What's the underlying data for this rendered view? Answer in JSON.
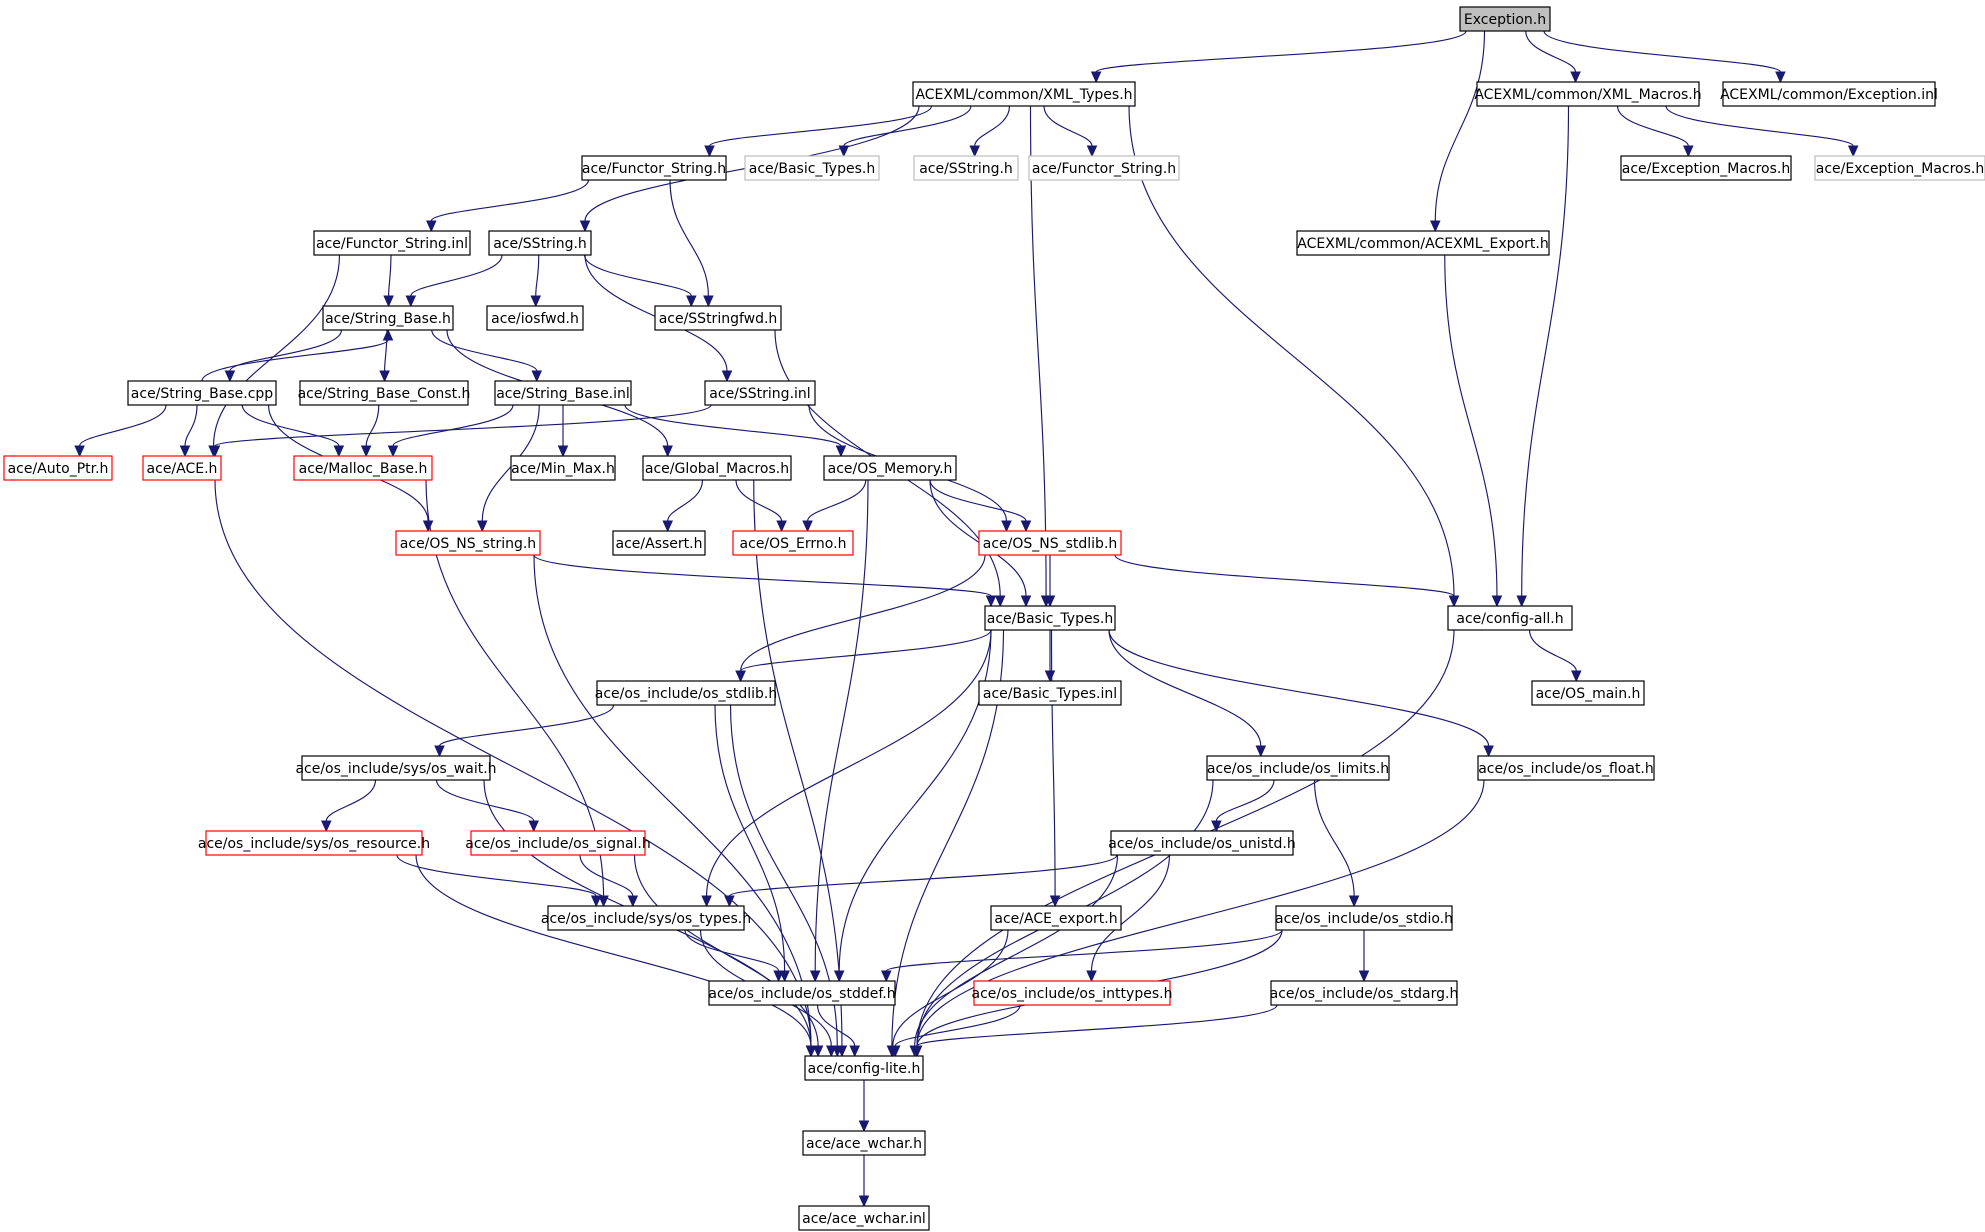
{
  "colors": {
    "root_fill": "#bfbfbf",
    "normal_border": "#000000",
    "truncated_border": "#ff0000",
    "external_border": "#bfbfbf",
    "edge": "#191970",
    "background": "#ffffff"
  },
  "nodes": [
    {
      "id": "exception_h",
      "label": "Exception.h",
      "kind": "root"
    },
    {
      "id": "xml_types_h",
      "label": "ACEXML/common/XML_Types.h",
      "kind": "normal"
    },
    {
      "id": "xml_macros_h",
      "label": "ACEXML/common/XML_Macros.h",
      "kind": "normal"
    },
    {
      "id": "exception_inl",
      "label": "ACEXML/common/Exception.inl",
      "kind": "normal"
    },
    {
      "id": "functor_string_h",
      "label": "ace/Functor_String.h",
      "kind": "normal"
    },
    {
      "id": "basic_types_h_ext",
      "label": "ace/Basic_Types.h",
      "kind": "external"
    },
    {
      "id": "sstring_h_ext",
      "label": "ace/SString.h",
      "kind": "external"
    },
    {
      "id": "functor_string_h_ext",
      "label": "ace/Functor_String.h",
      "kind": "external"
    },
    {
      "id": "exception_macros_h",
      "label": "ace/Exception_Macros.h",
      "kind": "normal"
    },
    {
      "id": "exception_macros_h_ext",
      "label": "ace/Exception_Macros.h",
      "kind": "external"
    },
    {
      "id": "functor_string_inl",
      "label": "ace/Functor_String.inl",
      "kind": "normal"
    },
    {
      "id": "sstring_h",
      "label": "ace/SString.h",
      "kind": "normal"
    },
    {
      "id": "acexml_export_h",
      "label": "ACEXML/common/ACEXML_Export.h",
      "kind": "normal"
    },
    {
      "id": "string_base_h",
      "label": "ace/String_Base.h",
      "kind": "normal"
    },
    {
      "id": "iosfwd_h",
      "label": "ace/iosfwd.h",
      "kind": "normal"
    },
    {
      "id": "sstringfwd_h",
      "label": "ace/SStringfwd.h",
      "kind": "normal"
    },
    {
      "id": "string_base_cpp",
      "label": "ace/String_Base.cpp",
      "kind": "normal"
    },
    {
      "id": "string_base_const_h",
      "label": "ace/String_Base_Const.h",
      "kind": "normal"
    },
    {
      "id": "string_base_inl",
      "label": "ace/String_Base.inl",
      "kind": "normal"
    },
    {
      "id": "sstring_inl",
      "label": "ace/SString.inl",
      "kind": "normal"
    },
    {
      "id": "auto_ptr_h",
      "label": "ace/Auto_Ptr.h",
      "kind": "truncated"
    },
    {
      "id": "ace_h",
      "label": "ace/ACE.h",
      "kind": "truncated"
    },
    {
      "id": "malloc_base_h",
      "label": "ace/Malloc_Base.h",
      "kind": "truncated"
    },
    {
      "id": "min_max_h",
      "label": "ace/Min_Max.h",
      "kind": "normal"
    },
    {
      "id": "global_macros_h",
      "label": "ace/Global_Macros.h",
      "kind": "normal"
    },
    {
      "id": "os_memory_h",
      "label": "ace/OS_Memory.h",
      "kind": "normal"
    },
    {
      "id": "os_ns_string_h",
      "label": "ace/OS_NS_string.h",
      "kind": "truncated"
    },
    {
      "id": "assert_h",
      "label": "ace/Assert.h",
      "kind": "normal"
    },
    {
      "id": "os_errno_h",
      "label": "ace/OS_Errno.h",
      "kind": "truncated"
    },
    {
      "id": "os_ns_stdlib_h",
      "label": "ace/OS_NS_stdlib.h",
      "kind": "truncated"
    },
    {
      "id": "basic_types_h",
      "label": "ace/Basic_Types.h",
      "kind": "normal"
    },
    {
      "id": "config_all_h",
      "label": "ace/config-all.h",
      "kind": "normal"
    },
    {
      "id": "os_stdlib_h",
      "label": "ace/os_include/os_stdlib.h",
      "kind": "normal"
    },
    {
      "id": "basic_types_inl",
      "label": "ace/Basic_Types.inl",
      "kind": "normal"
    },
    {
      "id": "os_main_h",
      "label": "ace/OS_main.h",
      "kind": "normal"
    },
    {
      "id": "os_wait_h",
      "label": "ace/os_include/sys/os_wait.h",
      "kind": "normal"
    },
    {
      "id": "os_limits_h",
      "label": "ace/os_include/os_limits.h",
      "kind": "normal"
    },
    {
      "id": "os_float_h",
      "label": "ace/os_include/os_float.h",
      "kind": "normal"
    },
    {
      "id": "os_resource_h",
      "label": "ace/os_include/sys/os_resource.h",
      "kind": "truncated"
    },
    {
      "id": "os_signal_h",
      "label": "ace/os_include/os_signal.h",
      "kind": "truncated"
    },
    {
      "id": "os_unistd_h",
      "label": "ace/os_include/os_unistd.h",
      "kind": "normal"
    },
    {
      "id": "os_types_h",
      "label": "ace/os_include/sys/os_types.h",
      "kind": "normal"
    },
    {
      "id": "ace_export_h",
      "label": "ace/ACE_export.h",
      "kind": "normal"
    },
    {
      "id": "os_stdio_h",
      "label": "ace/os_include/os_stdio.h",
      "kind": "normal"
    },
    {
      "id": "os_stddef_h",
      "label": "ace/os_include/os_stddef.h",
      "kind": "normal"
    },
    {
      "id": "os_inttypes_h",
      "label": "ace/os_include/os_inttypes.h",
      "kind": "truncated"
    },
    {
      "id": "os_stdarg_h",
      "label": "ace/os_include/os_stdarg.h",
      "kind": "normal"
    },
    {
      "id": "config_lite_h",
      "label": "ace/config-lite.h",
      "kind": "normal"
    },
    {
      "id": "ace_wchar_h",
      "label": "ace/ace_wchar.h",
      "kind": "normal"
    },
    {
      "id": "ace_wchar_inl",
      "label": "ace/ace_wchar.inl",
      "kind": "normal"
    }
  ],
  "edges": [
    [
      "exception_h",
      "xml_types_h"
    ],
    [
      "exception_h",
      "xml_macros_h"
    ],
    [
      "exception_h",
      "exception_inl"
    ],
    [
      "exception_h",
      "acexml_export_h"
    ],
    [
      "xml_types_h",
      "functor_string_h"
    ],
    [
      "xml_types_h",
      "basic_types_h_ext"
    ],
    [
      "xml_types_h",
      "sstring_h_ext"
    ],
    [
      "xml_types_h",
      "functor_string_h_ext"
    ],
    [
      "xml_types_h",
      "sstring_h"
    ],
    [
      "xml_types_h",
      "basic_types_h"
    ],
    [
      "xml_types_h",
      "config_all_h"
    ],
    [
      "xml_macros_h",
      "exception_macros_h"
    ],
    [
      "xml_macros_h",
      "exception_macros_h_ext"
    ],
    [
      "xml_macros_h",
      "config_all_h"
    ],
    [
      "functor_string_h",
      "functor_string_inl"
    ],
    [
      "functor_string_h",
      "sstringfwd_h"
    ],
    [
      "functor_string_inl",
      "string_base_h"
    ],
    [
      "functor_string_inl",
      "ace_h"
    ],
    [
      "sstring_h",
      "string_base_h"
    ],
    [
      "sstring_h",
      "iosfwd_h"
    ],
    [
      "sstring_h",
      "sstringfwd_h"
    ],
    [
      "sstring_h",
      "sstring_inl"
    ],
    [
      "acexml_export_h",
      "config_all_h"
    ],
    [
      "string_base_h",
      "string_base_cpp"
    ],
    [
      "string_base_h",
      "string_base_const_h"
    ],
    [
      "string_base_h",
      "string_base_inl"
    ],
    [
      "string_base_h",
      "global_macros_h"
    ],
    [
      "string_base_cpp",
      "string_base_h"
    ],
    [
      "string_base_cpp",
      "auto_ptr_h"
    ],
    [
      "string_base_cpp",
      "ace_h"
    ],
    [
      "string_base_cpp",
      "malloc_base_h"
    ],
    [
      "string_base_cpp",
      "os_ns_string_h"
    ],
    [
      "string_base_const_h",
      "malloc_base_h"
    ],
    [
      "string_base_inl",
      "malloc_base_h"
    ],
    [
      "string_base_inl",
      "min_max_h"
    ],
    [
      "string_base_inl",
      "os_ns_string_h"
    ],
    [
      "string_base_inl",
      "os_memory_h"
    ],
    [
      "sstringfwd_h",
      "basic_types_h"
    ],
    [
      "sstring_inl",
      "ace_h"
    ],
    [
      "sstring_inl",
      "os_ns_stdlib_h"
    ],
    [
      "global_macros_h",
      "assert_h"
    ],
    [
      "global_macros_h",
      "os_errno_h"
    ],
    [
      "global_macros_h",
      "config_lite_h"
    ],
    [
      "os_memory_h",
      "os_errno_h"
    ],
    [
      "os_memory_h",
      "os_ns_stdlib_h"
    ],
    [
      "os_memory_h",
      "basic_types_h"
    ],
    [
      "os_memory_h",
      "os_stddef_h"
    ],
    [
      "ace_h",
      "config_lite_h"
    ],
    [
      "malloc_base_h",
      "os_types_h"
    ],
    [
      "os_ns_string_h",
      "basic_types_h"
    ],
    [
      "os_ns_string_h",
      "config_lite_h"
    ],
    [
      "os_ns_stdlib_h",
      "basic_types_h"
    ],
    [
      "os_ns_stdlib_h",
      "config_all_h"
    ],
    [
      "os_ns_stdlib_h",
      "os_stdlib_h"
    ],
    [
      "basic_types_h",
      "os_stdlib_h"
    ],
    [
      "basic_types_h",
      "basic_types_inl"
    ],
    [
      "basic_types_h",
      "os_limits_h"
    ],
    [
      "basic_types_h",
      "os_float_h"
    ],
    [
      "basic_types_h",
      "os_types_h"
    ],
    [
      "basic_types_h",
      "os_stddef_h"
    ],
    [
      "basic_types_h",
      "ace_export_h"
    ],
    [
      "basic_types_h",
      "config_lite_h"
    ],
    [
      "config_all_h",
      "os_main_h"
    ],
    [
      "config_all_h",
      "config_lite_h"
    ],
    [
      "os_stdlib_h",
      "os_wait_h"
    ],
    [
      "os_stdlib_h",
      "os_stddef_h"
    ],
    [
      "os_stdlib_h",
      "config_lite_h"
    ],
    [
      "os_wait_h",
      "os_resource_h"
    ],
    [
      "os_wait_h",
      "os_signal_h"
    ],
    [
      "os_wait_h",
      "config_lite_h"
    ],
    [
      "os_resource_h",
      "os_types_h"
    ],
    [
      "os_resource_h",
      "config_lite_h"
    ],
    [
      "os_signal_h",
      "os_types_h"
    ],
    [
      "os_signal_h",
      "config_lite_h"
    ],
    [
      "os_limits_h",
      "os_unistd_h"
    ],
    [
      "os_limits_h",
      "os_stdio_h"
    ],
    [
      "os_limits_h",
      "config_lite_h"
    ],
    [
      "os_float_h",
      "config_lite_h"
    ],
    [
      "os_unistd_h",
      "os_types_h"
    ],
    [
      "os_unistd_h",
      "os_inttypes_h"
    ],
    [
      "os_unistd_h",
      "config_lite_h"
    ],
    [
      "os_types_h",
      "os_stddef_h"
    ],
    [
      "os_types_h",
      "config_lite_h"
    ],
    [
      "ace_export_h",
      "config_lite_h"
    ],
    [
      "os_stdio_h",
      "os_stddef_h"
    ],
    [
      "os_stdio_h",
      "os_stdarg_h"
    ],
    [
      "os_stdio_h",
      "config_lite_h"
    ],
    [
      "os_stddef_h",
      "config_lite_h"
    ],
    [
      "os_inttypes_h",
      "config_lite_h"
    ],
    [
      "os_stdarg_h",
      "config_lite_h"
    ],
    [
      "config_lite_h",
      "ace_wchar_h"
    ],
    [
      "ace_wchar_h",
      "ace_wchar_inl"
    ]
  ]
}
